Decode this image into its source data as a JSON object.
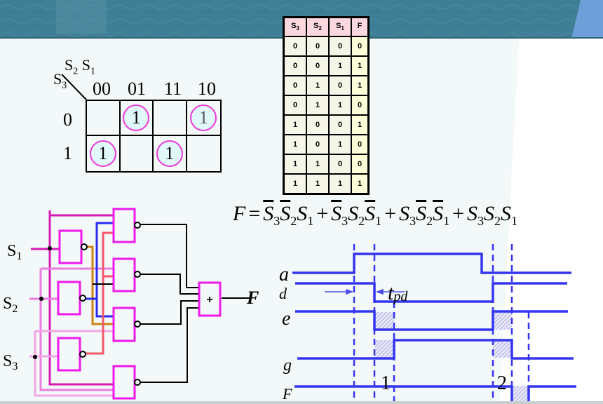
{
  "colors": {
    "banner": "#3f7f95",
    "banner_accent": "#6d9fd9",
    "gate_border": "#ef1aeb",
    "wire_s1": "#d61ab4",
    "wire_s2": "#e97ede",
    "wire_s3": "#f2a8e4",
    "wire_blue": "#2a2af0",
    "wire_orange": "#cc8311",
    "wire_red": "#f2596a",
    "wave": "#3535f0",
    "kmap_circle": "#e83ad9",
    "table_header": "#fbd7de",
    "table_f": "#fefedb"
  },
  "kmap": {
    "row_var": "S",
    "row_var_sub": "3",
    "col_var1": "S",
    "col_var1_sub": "2",
    "col_var2": "S",
    "col_var2_sub": "1",
    "col_headers": [
      "00",
      "01",
      "11",
      "10"
    ],
    "row_headers": [
      "0",
      "1"
    ],
    "cells": [
      [
        "",
        "1",
        "",
        "1"
      ],
      [
        "1",
        "",
        "1",
        ""
      ]
    ]
  },
  "truth_table": {
    "headers": [
      {
        "base": "S",
        "sub": "3"
      },
      {
        "base": "S",
        "sub": "2"
      },
      {
        "base": "S",
        "sub": "1"
      },
      {
        "base": "F",
        "sub": ""
      }
    ],
    "rows": [
      [
        "0",
        "0",
        "0",
        "0"
      ],
      [
        "0",
        "0",
        "1",
        "1"
      ],
      [
        "0",
        "1",
        "0",
        "1"
      ],
      [
        "0",
        "1",
        "1",
        "0"
      ],
      [
        "1",
        "0",
        "0",
        "1"
      ],
      [
        "1",
        "0",
        "1",
        "0"
      ],
      [
        "1",
        "1",
        "0",
        "0"
      ],
      [
        "1",
        "1",
        "1",
        "1"
      ]
    ]
  },
  "formula": {
    "lhs": "F",
    "eq": "=",
    "terms": [
      [
        {
          "v": "S",
          "s": "3",
          "bar": true
        },
        {
          "v": "S",
          "s": "2",
          "bar": true
        },
        {
          "v": "S",
          "s": "1",
          "bar": false
        }
      ],
      [
        {
          "v": "S",
          "s": "3",
          "bar": true
        },
        {
          "v": "S",
          "s": "2",
          "bar": false
        },
        {
          "v": "S",
          "s": "1",
          "bar": true
        }
      ],
      [
        {
          "v": "S",
          "s": "3",
          "bar": false
        },
        {
          "v": "S",
          "s": "2",
          "bar": true
        },
        {
          "v": "S",
          "s": "1",
          "bar": true
        }
      ],
      [
        {
          "v": "S",
          "s": "3",
          "bar": false
        },
        {
          "v": "S",
          "s": "2",
          "bar": false
        },
        {
          "v": "S",
          "s": "1",
          "bar": false
        }
      ]
    ],
    "plus": "+"
  },
  "circuit": {
    "inputs": [
      {
        "label": "S",
        "sub": "1"
      },
      {
        "label": "S",
        "sub": "2"
      },
      {
        "label": "S",
        "sub": "3"
      }
    ],
    "or_gate_symbol": "+",
    "output_label": "F"
  },
  "timing": {
    "signals": [
      "a",
      "d",
      "e",
      "g",
      "F"
    ],
    "tpd_label": "t",
    "tpd_sub": "pd",
    "hazard_labels": [
      "1",
      "2"
    ]
  }
}
